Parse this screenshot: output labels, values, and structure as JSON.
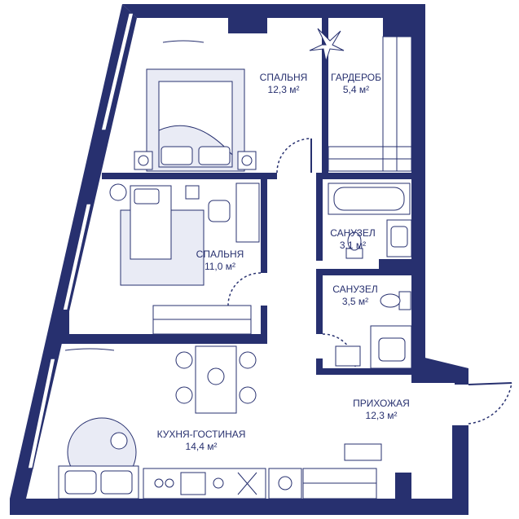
{
  "colors": {
    "wall": "#27306f",
    "furniture_fill": "#e9ebf5",
    "furniture_stroke": "#27306f",
    "background": "#ffffff"
  },
  "rooms": {
    "bedroom1": {
      "name": "СПАЛЬНЯ",
      "area": "12,3 м²"
    },
    "wardrobe": {
      "name": "ГАРДЕРОБ",
      "area": "5,4 м²"
    },
    "bedroom2": {
      "name": "СПАЛЬНЯ",
      "area": "11,0 м²"
    },
    "bathroom1": {
      "name": "САНУЗЕЛ",
      "area": "3,1 м²"
    },
    "bathroom2": {
      "name": "САНУЗЕЛ",
      "area": "3,5 м²"
    },
    "hallway": {
      "name": "ПРИХОЖАЯ",
      "area": "12,3 м²"
    },
    "living": {
      "name": "КУХНЯ-ГОСТИНАЯ",
      "area": "14,4 м²"
    }
  },
  "icons": [
    "plant-icon",
    "bed-icon",
    "bathtub-icon",
    "toilet-icon",
    "sink-icon",
    "sofa-icon",
    "dining-table-icon",
    "stove-icon",
    "wardrobe-rail-icon"
  ]
}
